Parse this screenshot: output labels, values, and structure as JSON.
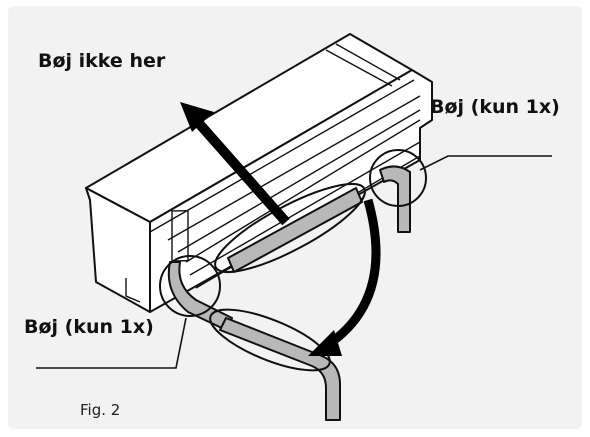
{
  "labels": {
    "dont_bend": "Bøj ikke her",
    "bend_once_right": "Bøj (kun 1x)",
    "bend_once_left": "Bøj (kun 1x)"
  },
  "caption": "Fig. 2",
  "colors": {
    "panel_bg": "#f2f2f2",
    "unit_fill": "#ffffff",
    "pipe_fill": "#b8b8b8",
    "outline": "#111111",
    "arrow": "#000000"
  }
}
